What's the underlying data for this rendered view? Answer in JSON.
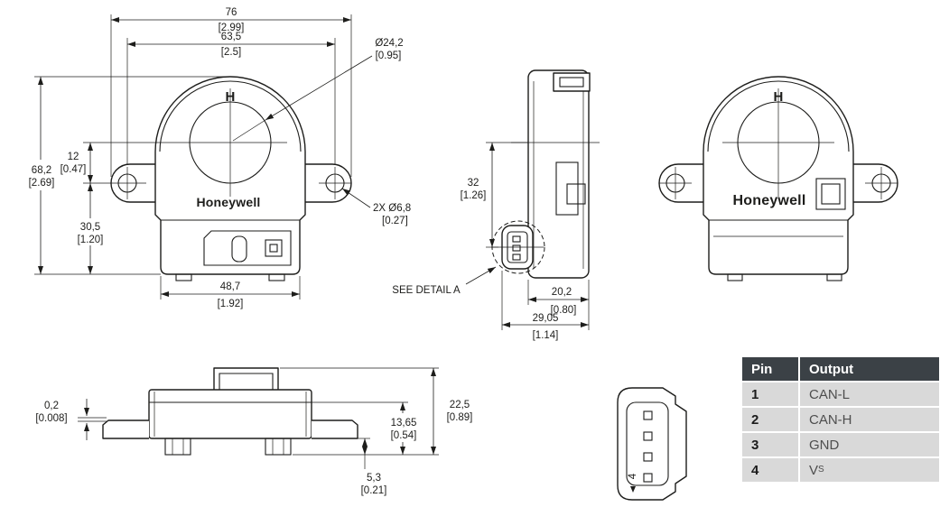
{
  "front_view": {
    "dim_overall_width_mm": "76",
    "dim_overall_width_in": "[2.99]",
    "dim_hole_spacing_mm": "63,5",
    "dim_hole_spacing_in": "[2.5]",
    "dim_bore_mm": "Ø24,2",
    "dim_bore_in": "[0.95]",
    "dim_center_offset_mm": "12",
    "dim_center_offset_in": "[0.47]",
    "dim_overall_height_mm": "68,2",
    "dim_overall_height_in": "[2.69]",
    "dim_lower_height_mm": "30,5",
    "dim_lower_height_in": "[1.20]",
    "dim_base_width_mm": "48,7",
    "dim_base_width_in": "[1.92]",
    "dim_mount_holes_mm": "2X Ø6,8",
    "dim_mount_holes_in": "[0.27]",
    "logo_mark": "H",
    "logo": "Honeywell"
  },
  "side_view": {
    "dim_center_height_mm": "32",
    "dim_center_height_in": "[1.26]",
    "dim_body_depth_mm": "20,2",
    "dim_body_depth_in": "[0.80]",
    "dim_overall_depth_mm": "29,05",
    "dim_overall_depth_in": "[1.14]",
    "detail_callout": "SEE DETAIL A"
  },
  "back_view": {
    "logo_mark": "H",
    "logo": "Honeywell"
  },
  "bottom_view": {
    "dim_step_mm": "0,2",
    "dim_step_in": "[0.008]",
    "dim_overall_height_mm": "22,5",
    "dim_overall_height_in": "[0.89]",
    "dim_body_height_mm": "13,65",
    "dim_body_height_in": "[0.54]",
    "dim_foot_height_mm": "5,3",
    "dim_foot_height_in": "[0.21]"
  },
  "detail_a": {
    "pin_number_label": "4"
  },
  "pin_table": {
    "headers": [
      "Pin",
      "Output"
    ],
    "rows": [
      {
        "pin": "1",
        "output": "CAN-L"
      },
      {
        "pin": "2",
        "output": "CAN-H"
      },
      {
        "pin": "3",
        "output": "GND"
      },
      {
        "pin": "4",
        "output": "V",
        "output_sub": "S"
      }
    ]
  }
}
